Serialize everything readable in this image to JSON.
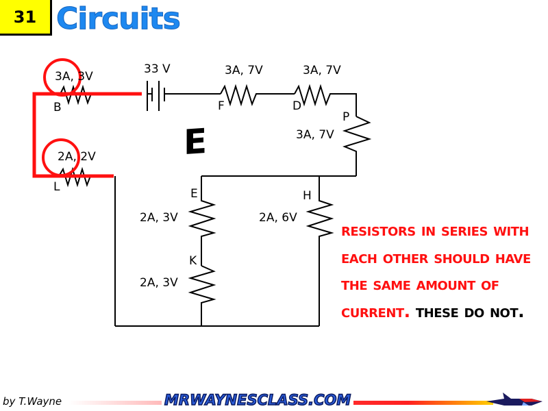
{
  "header": {
    "slide_number": "31",
    "title": "Circuits"
  },
  "circuit": {
    "battery_label": "33 V",
    "resistors": {
      "B": {
        "label": "B",
        "value": "3A, 3V"
      },
      "F": {
        "label": "F",
        "value": "3A, 7V"
      },
      "D": {
        "label": "D",
        "value": "3A, 7V"
      },
      "P": {
        "label": "P",
        "value": "3A, 7V"
      },
      "L": {
        "label": "L",
        "value": "2A, 2V"
      },
      "E": {
        "label": "E",
        "value": "2A, 3V"
      },
      "K": {
        "label": "K",
        "value": "2A, 3V"
      },
      "H": {
        "label": "H",
        "value": "2A, 6V"
      }
    },
    "answer_letter": "E",
    "highlight_color": "#ff1010"
  },
  "note": {
    "red_text": "Resistors in series with each other should have the same amount of current.",
    "black_text": "These do not."
  },
  "footer": {
    "author": "by T.Wayne",
    "site": "MRWAYNESCLASS.COM"
  }
}
